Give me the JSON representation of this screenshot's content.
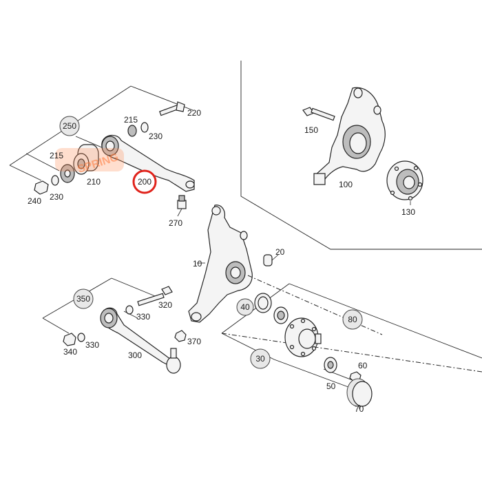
{
  "labels": {
    "p10": "10",
    "p20": "20",
    "p30": "30",
    "p40": "40",
    "p50": "50",
    "p60": "60",
    "p70": "70",
    "p80": "80",
    "p100": "100",
    "p130": "130",
    "p150": "150",
    "p200": "200",
    "p210": "210",
    "p215a": "215",
    "p215b": "215",
    "p220": "220",
    "p230a": "230",
    "p230b": "230",
    "p240": "240",
    "p250": "250",
    "p270": "270",
    "p300": "300",
    "p320": "320",
    "p330a": "330",
    "p330b": "330",
    "p340": "340",
    "p350": "350",
    "p370": "370"
  },
  "watermark": "SPRING",
  "colors": {
    "highlight_circle": "#e0231b",
    "watermark": "#ff7a3a"
  }
}
